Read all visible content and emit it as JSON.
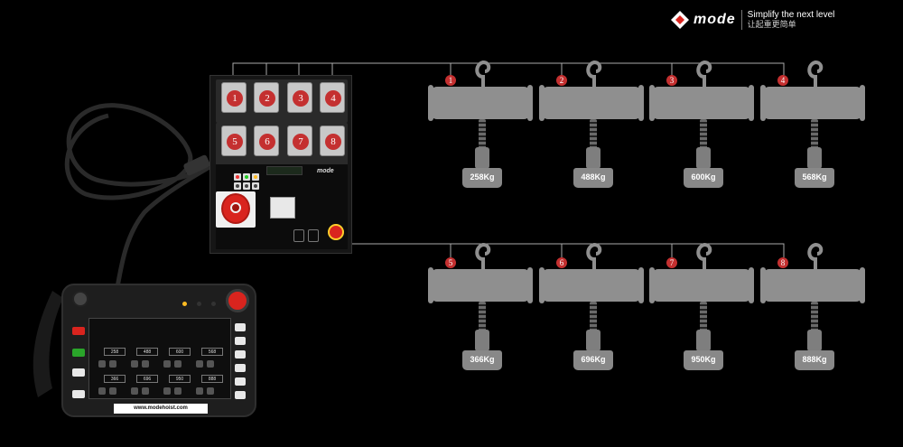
{
  "brand": {
    "name": "mode",
    "tagline_en": "Simplify the next level",
    "tagline_cn": "让起重更简单"
  },
  "controller_box": {
    "channels": [
      "1",
      "2",
      "3",
      "4",
      "5",
      "6",
      "7",
      "8"
    ],
    "logo_text": "mode"
  },
  "hoists": [
    {
      "number": "1",
      "load": "258Kg"
    },
    {
      "number": "2",
      "load": "488Kg"
    },
    {
      "number": "3",
      "load": "600Kg"
    },
    {
      "number": "4",
      "load": "568Kg"
    },
    {
      "number": "5",
      "load": "366Kg"
    },
    {
      "number": "6",
      "load": "696Kg"
    },
    {
      "number": "7",
      "load": "950Kg"
    },
    {
      "number": "8",
      "load": "888Kg"
    }
  ],
  "handheld": {
    "url": "www.modehoist.com",
    "values": [
      "258",
      "488",
      "600",
      "568",
      "366",
      "696",
      "950",
      "888"
    ]
  },
  "colors": {
    "accent_red": "#c43030",
    "hoist_grey": "#8f8f8f",
    "background": "#000000"
  }
}
